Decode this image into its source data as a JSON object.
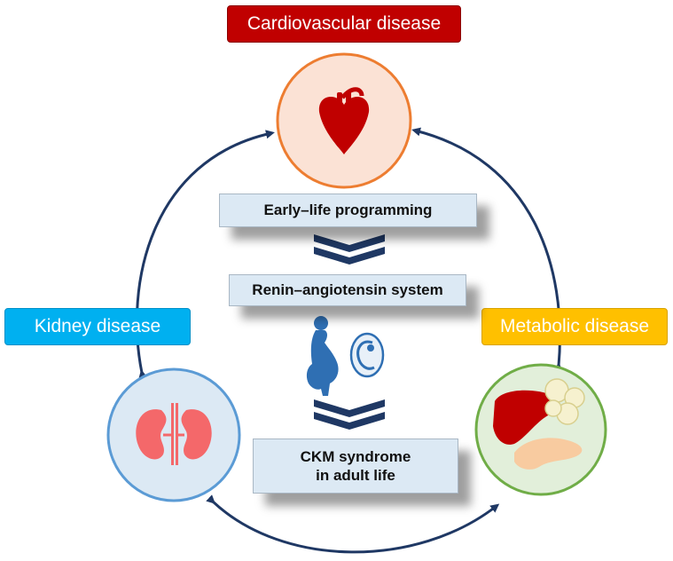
{
  "labels": {
    "cardiovascular": "Cardiovascular disease",
    "kidney": "Kidney disease",
    "metabolic": "Metabolic disease"
  },
  "steps": {
    "early_life": "Early–life programming",
    "ras": "Renin–angiotensin system",
    "ckm_line1": "CKM syndrome",
    "ckm_line2": "in adult life"
  },
  "colors": {
    "cardio": "#c00000",
    "kidney": "#00b0f0",
    "metabolic": "#ffc000",
    "heart_circle_border": "#ed7d31",
    "heart_circle_fill": "#fbe2d5",
    "kidney_circle_border": "#5b9bd5",
    "kidney_circle_fill": "#dce9f4",
    "metabolic_circle_border": "#70ad47",
    "metabolic_circle_fill": "#e2efda",
    "cycle_arrow": "#1f3864"
  },
  "icons": {
    "heart": "heart-icon",
    "kidneys": "kidneys-icon",
    "liver": "liver-icon",
    "fat": "fat-cells-icon",
    "pancreas": "pancreas-icon",
    "pregnant": "pregnant-woman-icon",
    "fetus": "fetus-icon"
  }
}
